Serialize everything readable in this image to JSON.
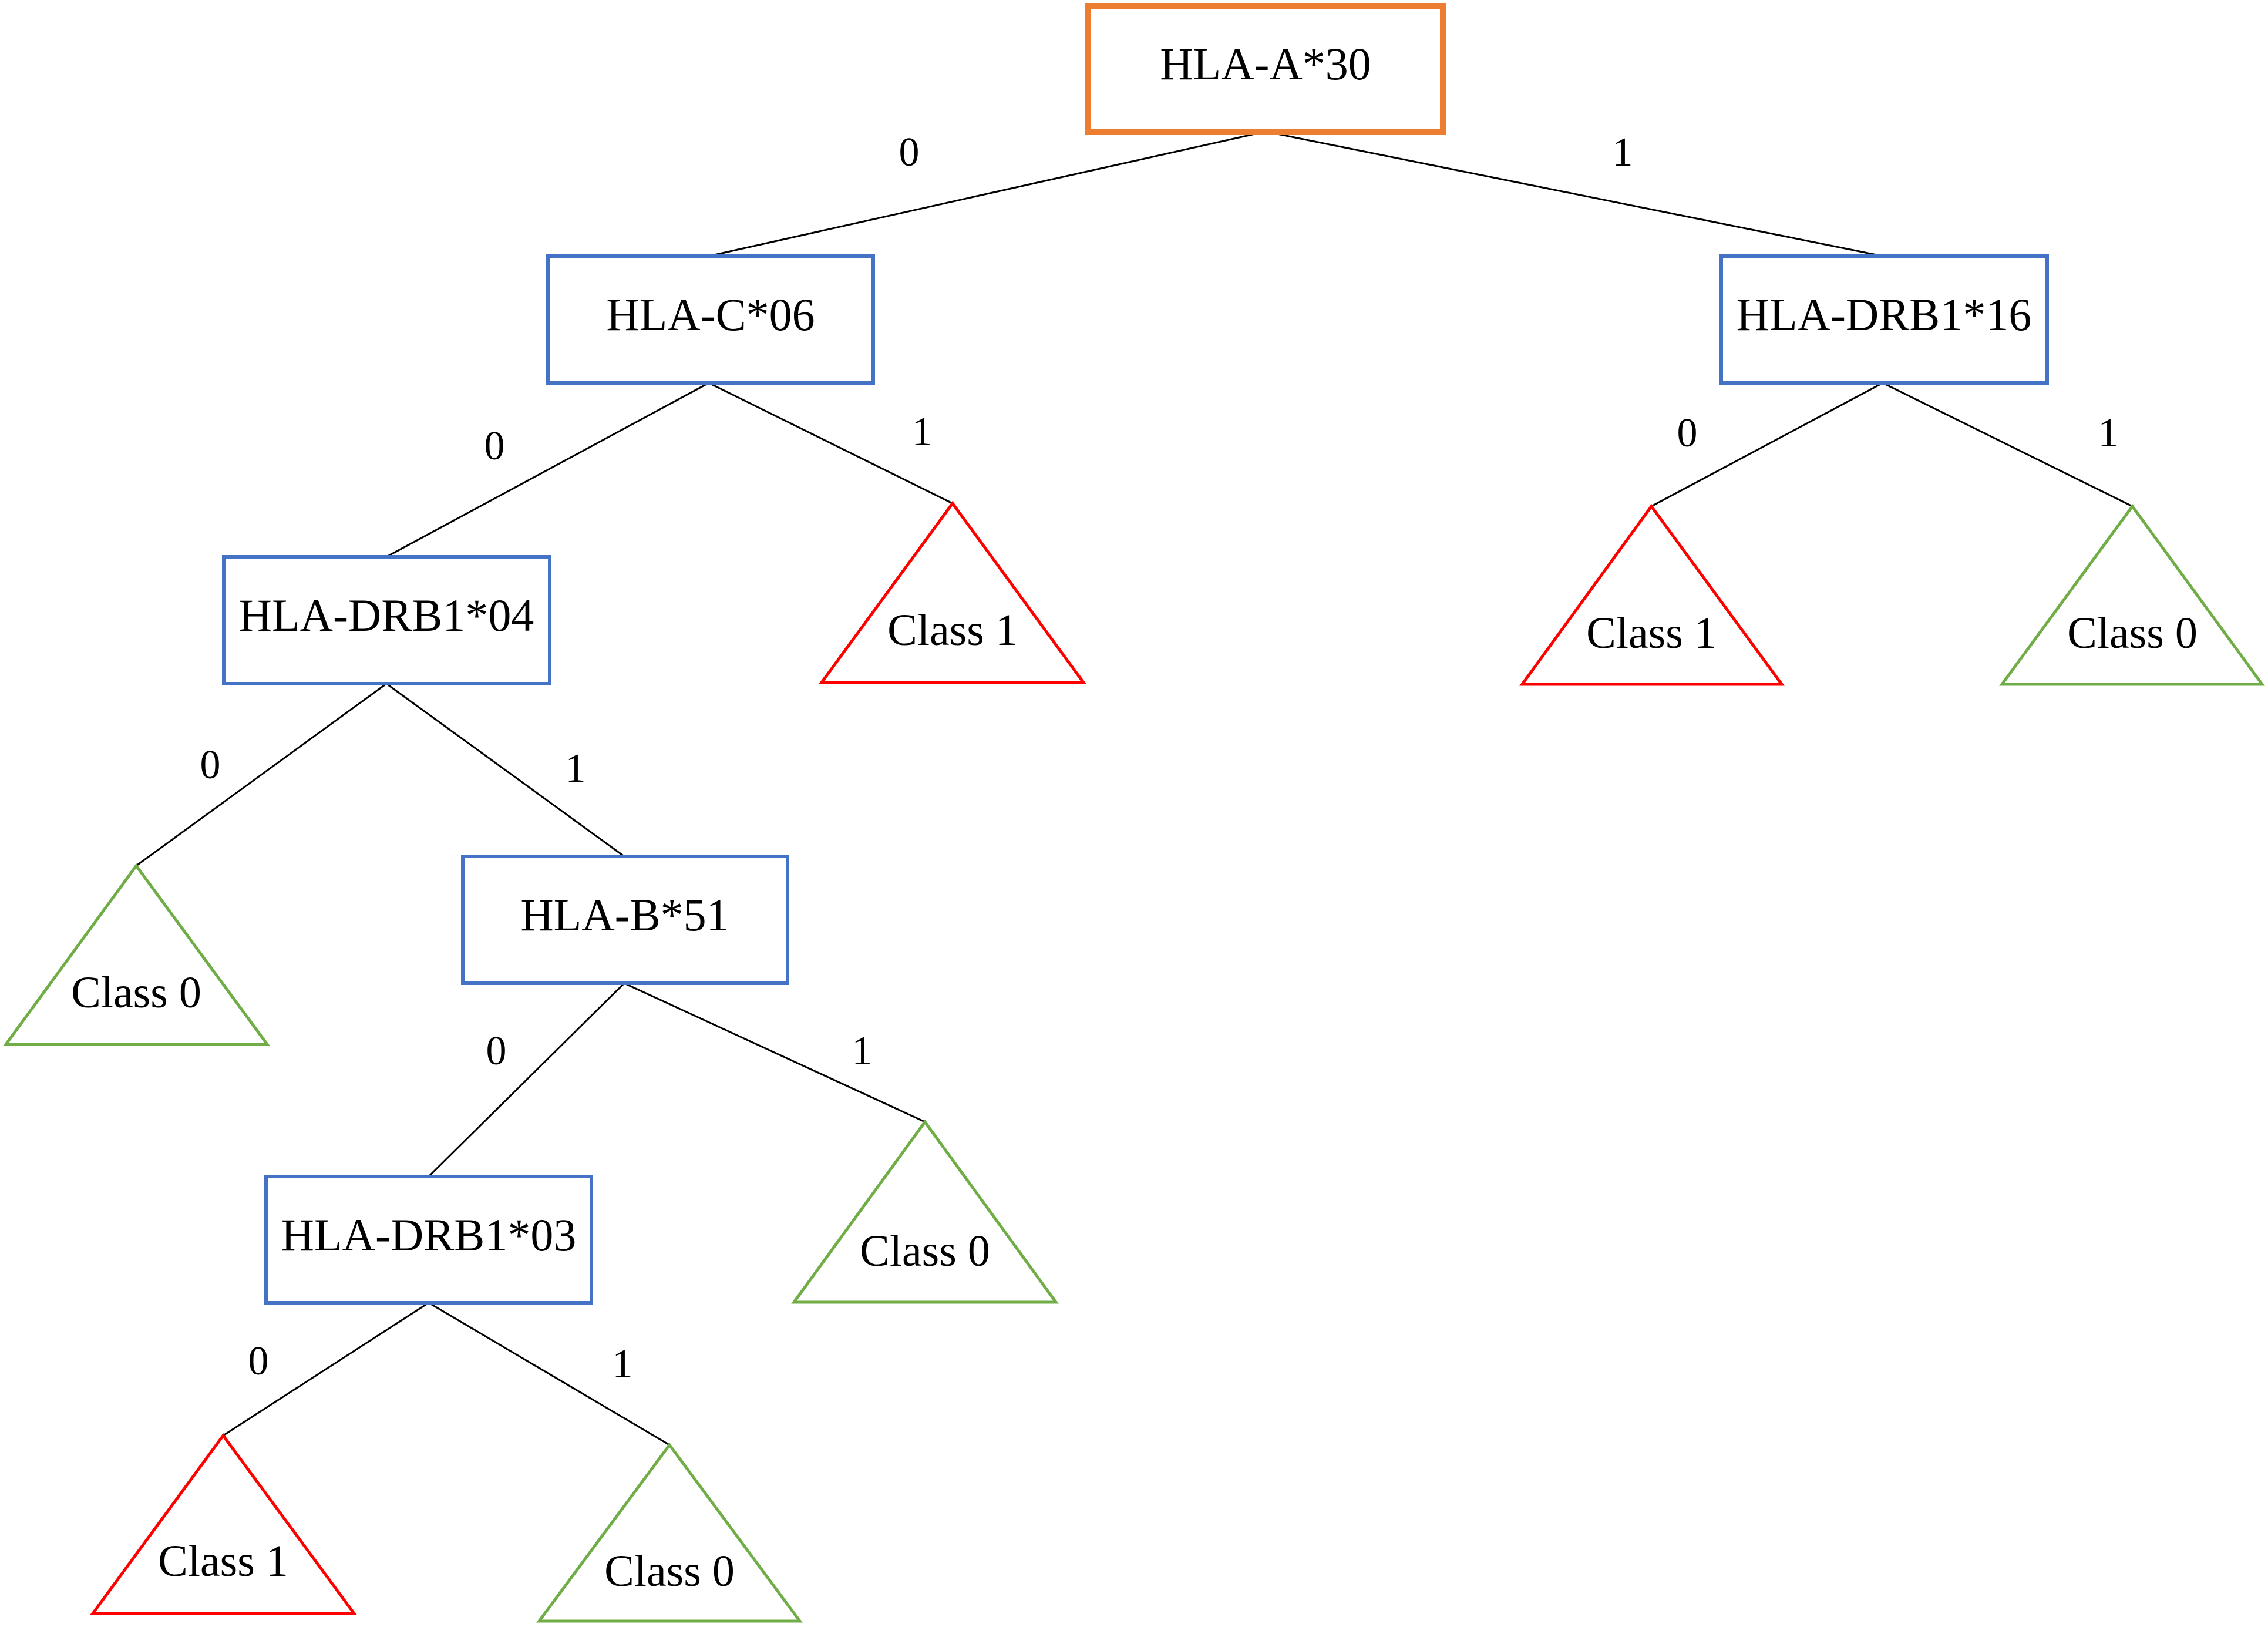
{
  "colors": {
    "root_border": "#ED7D31",
    "node_border": "#4472C4",
    "class1": "#FF0000",
    "class0": "#70AD47",
    "edge": "#000000"
  },
  "nodes": {
    "root": "HLA-A*30",
    "c06": "HLA-C*06",
    "drb1_16": "HLA-DRB1*16",
    "drb1_04": "HLA-DRB1*04",
    "b51": "HLA-B*51",
    "drb1_03": "HLA-DRB1*03"
  },
  "leaves": {
    "c06_1": "Class 1",
    "drb1_16_0": "Class 1",
    "drb1_16_1": "Class 0",
    "drb1_04_0": "Class 0",
    "b51_1": "Class 0",
    "drb1_03_0": "Class 1",
    "drb1_03_1": "Class 0"
  },
  "edges": {
    "root_0": "0",
    "root_1": "1",
    "c06_0": "0",
    "c06_1": "1",
    "drb1_16_0": "0",
    "drb1_16_1": "1",
    "drb1_04_0": "0",
    "drb1_04_1": "1",
    "b51_0": "0",
    "b51_1": "1",
    "drb1_03_0": "0",
    "drb1_03_1": "1"
  }
}
